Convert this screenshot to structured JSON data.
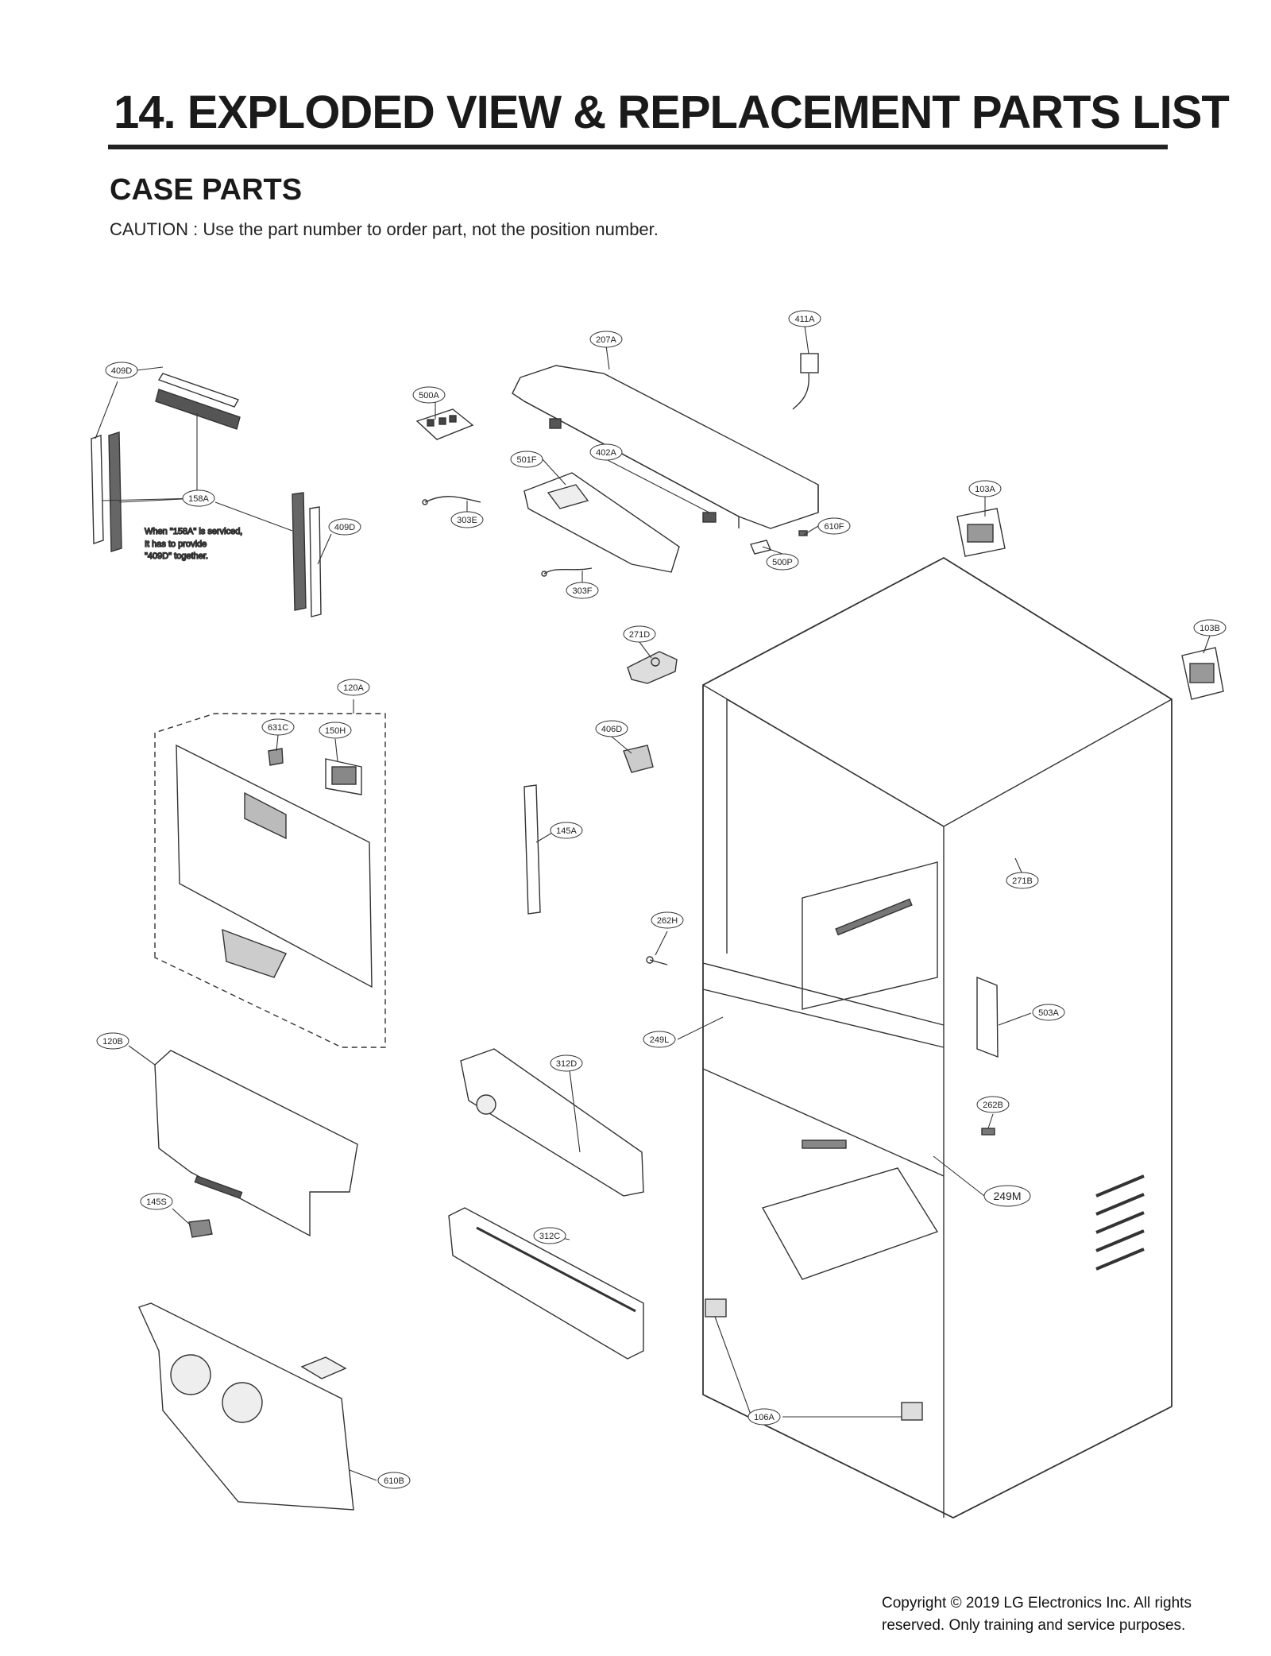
{
  "header": {
    "title": "14. EXPLODED VIEW & REPLACEMENT PARTS LIST",
    "section": "CASE PARTS",
    "caution": "CAUTION : Use the part number to order part, not the position number."
  },
  "note": {
    "line1": "When \"158A\" is serviced,",
    "line2": "It has to provide",
    "line3": "\"409D\" together."
  },
  "callouts": [
    {
      "id": "409D_a",
      "label": "409D"
    },
    {
      "id": "158A",
      "label": "158A"
    },
    {
      "id": "409D_b",
      "label": "409D"
    },
    {
      "id": "500A",
      "label": "500A"
    },
    {
      "id": "207A",
      "label": "207A"
    },
    {
      "id": "411A",
      "label": "411A"
    },
    {
      "id": "402A",
      "label": "402A"
    },
    {
      "id": "501F",
      "label": "501F"
    },
    {
      "id": "303E",
      "label": "303E"
    },
    {
      "id": "303F",
      "label": "303F"
    },
    {
      "id": "610F",
      "label": "610F"
    },
    {
      "id": "500P",
      "label": "500P"
    },
    {
      "id": "103A",
      "label": "103A"
    },
    {
      "id": "103B",
      "label": "103B"
    },
    {
      "id": "271D",
      "label": "271D"
    },
    {
      "id": "120A",
      "label": "120A"
    },
    {
      "id": "631C",
      "label": "631C"
    },
    {
      "id": "150H",
      "label": "150H"
    },
    {
      "id": "406D",
      "label": "406D"
    },
    {
      "id": "145A",
      "label": "145A"
    },
    {
      "id": "271B",
      "label": "271B"
    },
    {
      "id": "262H",
      "label": "262H"
    },
    {
      "id": "503A",
      "label": "503A"
    },
    {
      "id": "249L",
      "label": "249L"
    },
    {
      "id": "120B",
      "label": "120B"
    },
    {
      "id": "312D",
      "label": "312D"
    },
    {
      "id": "262B",
      "label": "262B"
    },
    {
      "id": "249M",
      "label": "249M"
    },
    {
      "id": "145S",
      "label": "145S"
    },
    {
      "id": "312C",
      "label": "312C"
    },
    {
      "id": "106A",
      "label": "106A"
    },
    {
      "id": "610B",
      "label": "610B"
    }
  ],
  "footer": {
    "copyright_line1": "Copyright © 2019  LG Electronics Inc. All rights",
    "copyright_line2": "reserved. Only training and service purposes."
  }
}
